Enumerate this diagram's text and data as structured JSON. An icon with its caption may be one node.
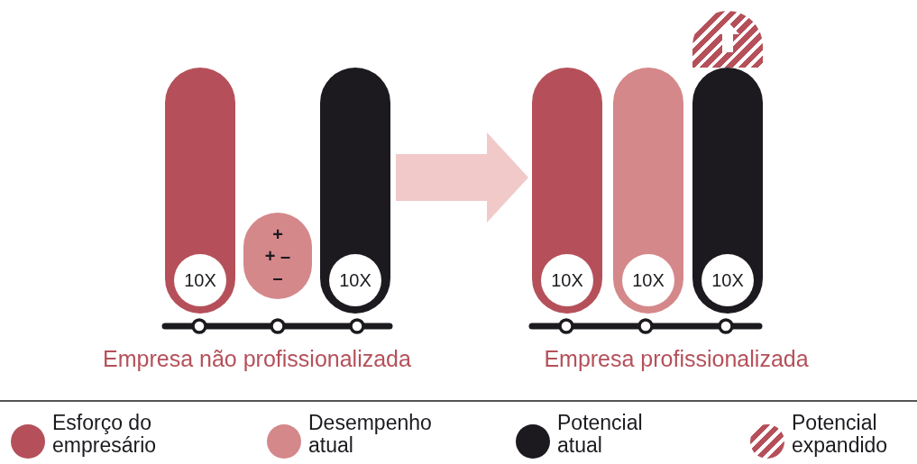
{
  "diagram": {
    "nodes": [
      {
        "text": [
          "10X"
        ]
      },
      {
        "text": [
          "+",
          "+ –",
          "–"
        ]
      },
      {
        "text": [
          "10X"
        ]
      },
      {
        "text": [
          "10X"
        ]
      },
      {
        "text": [
          "10X"
        ]
      },
      {
        "text": [],
        "shape": "bar"
      },
      {
        "text": [
          "10X"
        ]
      }
    ],
    "edges": [
      {
        "from": 2,
        "to": 3,
        "arrow": "to"
      }
    ],
    "labels": [
      "Empresa não profissionalizada",
      "Empresa profissionalizada"
    ],
    "legend": [
      {
        "text": "Esforço do empresário",
        "color": "#b5505a"
      },
      {
        "text": "Desempenho atual",
        "color": "#d4888a"
      },
      {
        "text": "Potencial atual",
        "color": "#1c1a1f"
      },
      {
        "text": "Potencial expandido"
      }
    ]
  }
}
